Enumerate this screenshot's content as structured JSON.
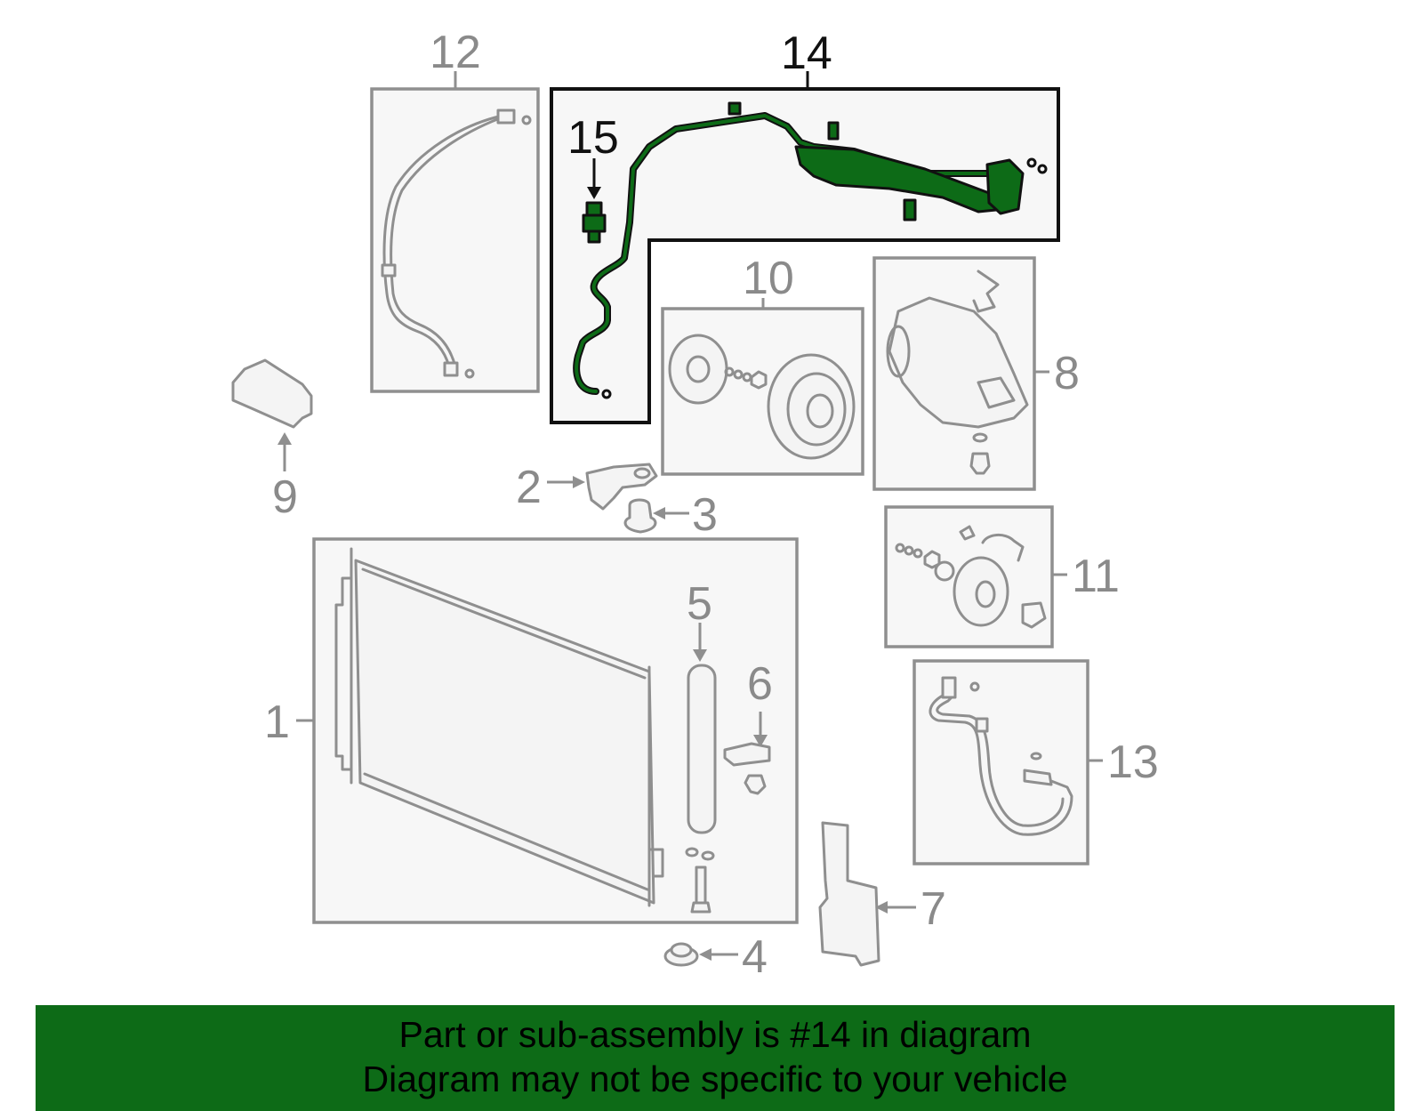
{
  "callouts": {
    "c1": "1",
    "c2": "2",
    "c3": "3",
    "c4": "4",
    "c5": "5",
    "c6": "6",
    "c7": "7",
    "c8": "8",
    "c9": "9",
    "c10": "10",
    "c11": "11",
    "c12": "12",
    "c13": "13",
    "c14": "14",
    "c15": "15"
  },
  "highlighted_part": "14",
  "colors": {
    "highlight": "#0d6b17",
    "banner_background": "#0d6b17",
    "outline": "#8f8f8f",
    "text": "#000000"
  },
  "banner": {
    "line1": "Part or sub-assembly is #14 in diagram",
    "line2": "Diagram may not be specific to your vehicle"
  }
}
